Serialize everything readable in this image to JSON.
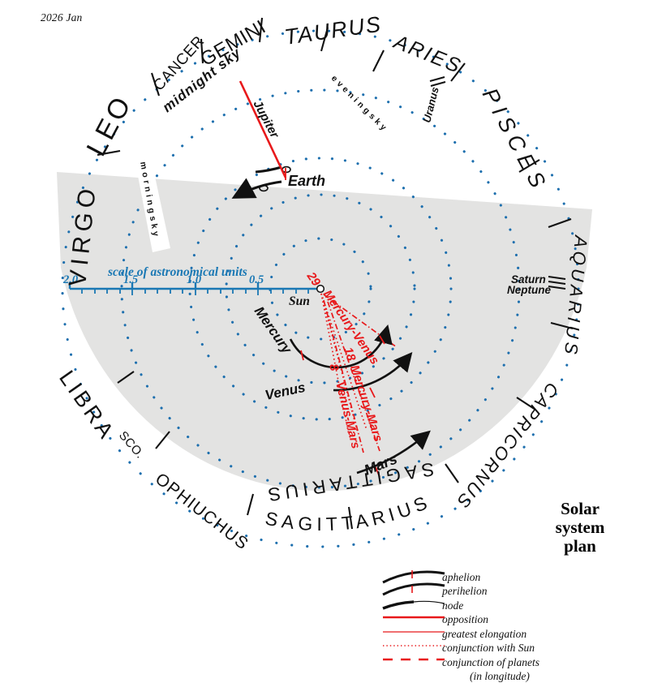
{
  "date_label": "2026 Jan",
  "title": {
    "line1": "Solar",
    "line2": "system",
    "line3": "plan"
  },
  "scale": {
    "caption": "scale of astronomical units",
    "ticks": [
      "2.0",
      "1.5",
      "1.0",
      "0.5"
    ],
    "color": "#1a78b4"
  },
  "sun_label": "Sun",
  "sky_labels": {
    "morning": "m o r n i n g   s k y",
    "midnight": "midnight sky",
    "evening": "e v e n i n g   s k y"
  },
  "planets": [
    {
      "name": "Mercury"
    },
    {
      "name": "Venus"
    },
    {
      "name": "Earth"
    },
    {
      "name": "Mars"
    },
    {
      "name": "Jupiter"
    },
    {
      "name": "Uranus"
    },
    {
      "name": "Saturn"
    },
    {
      "name": "Neptune"
    }
  ],
  "zodiac": [
    {
      "name": "LEO"
    },
    {
      "name": "CANCER"
    },
    {
      "name": "GEMINI"
    },
    {
      "name": "TAURUS"
    },
    {
      "name": "ARIES"
    },
    {
      "name": "PISCES"
    },
    {
      "name": "AQUARIUS"
    },
    {
      "name": "CAPRICORNUS"
    },
    {
      "name": "SAGITTARIUS"
    },
    {
      "name": "OPHIUCHUS"
    },
    {
      "name": "SCO."
    },
    {
      "name": "LIBRA"
    },
    {
      "name": "VIRGO"
    }
  ],
  "conjunctions": [
    {
      "day": "29",
      "pair": "Mercury-Venus"
    },
    {
      "day": "18",
      "pair": "Mercury-Mars"
    },
    {
      "day": "8",
      "pair": "Venus-Mars"
    }
  ],
  "legend": [
    {
      "symbol": "arc-aphelion",
      "label": "aphelion"
    },
    {
      "symbol": "arc-perihelion",
      "label": "perihelion"
    },
    {
      "symbol": "arc-node",
      "label": "node"
    },
    {
      "symbol": "line-opposition",
      "label": "opposition"
    },
    {
      "symbol": "line-elongation",
      "label": "greatest elongation"
    },
    {
      "symbol": "dotted-line",
      "label": "conjunction with Sun"
    },
    {
      "symbol": "dashed-line",
      "label": "conjunction of planets"
    }
  ],
  "legend_sub": "(in longitude)",
  "colors": {
    "disk_gray": "#e3e3e2",
    "orbit_blue": "#1d6fae",
    "scale_blue": "#1a78b4",
    "event_red": "#e8191b",
    "ink": "#111111"
  },
  "chart_data": {
    "type": "scatter",
    "title": "Solar system plan",
    "orbit_radii_au": [
      0.39,
      0.72,
      1.0,
      1.52
    ],
    "scale_max_au": 2.0
  }
}
